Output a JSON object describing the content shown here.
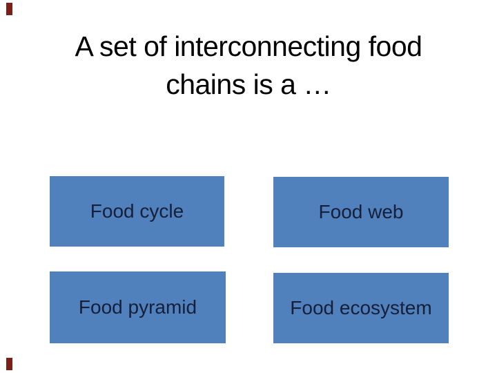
{
  "slide": {
    "title": {
      "line1": "A set of interconnecting food",
      "line2": "chains is a …"
    },
    "answers": [
      {
        "label": "Food cycle"
      },
      {
        "label": "Food web"
      },
      {
        "label": "Food pyramid"
      },
      {
        "label": "Food ecosystem"
      }
    ],
    "colors": {
      "answer_background": "#5081BD",
      "answer_text": "#151F3A",
      "title_text": "#000000",
      "corner_accent": "#7A2018"
    }
  }
}
